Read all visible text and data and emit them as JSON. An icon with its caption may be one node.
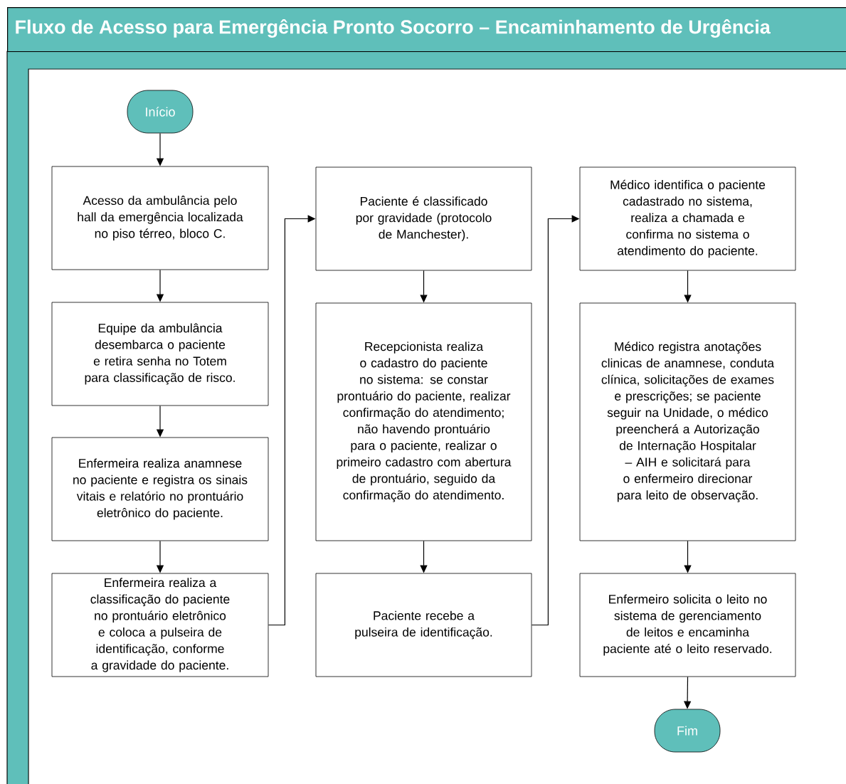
{
  "diagram": {
    "title": "Fluxo de Acesso para Emergência Pronto Socorro – Encaminhamento de Urgência",
    "nodes": [
      {
        "text": [
          "Início"
        ]
      },
      {
        "text": [
          "Acesso da ambulância pelo hall da emergência localizada no piso térreo, bloco C."
        ]
      },
      {
        "text": [
          "Equipe da ambulância desembarca o paciente e retira senha no Totem para classificação de risco."
        ]
      },
      {
        "text": [
          "Enfermeira realiza anamnese no paciente e registra os sinais vitais e relatório no prontuário eletrônico do paciente."
        ]
      },
      {
        "text": [
          "Enfermeira realiza a classificação do paciente no prontuário eletrônico e coloca a pulseira de identificação, conforme a gravidade do paciente."
        ]
      },
      {
        "text": [
          "Paciente é classificado por gravidade (protocolo de Manchester)."
        ]
      },
      {
        "text": [
          "Recepcionista realiza o cadastro do paciente no sistema: se constar prontuário do paciente, realizar confirmação do atendimento; não havendo prontuário para o paciente, realizar o primeiro cadastro com abertura de prontuário, seguido da confirmação do atendimento."
        ]
      },
      {
        "text": [
          "Paciente recebe a pulseira de identificação."
        ]
      },
      {
        "text": [
          "Médico identifica o paciente cadastrado no sistema, realiza a chamada e confirma no sistema o atendimento do paciente."
        ]
      },
      {
        "text": [
          "Médico registra anotações clinicas de anamnese, conduta clínica, solicitações de exames e prescrições; se paciente seguir na Unidade, o médico preencherá a Autorização de Internação Hospitalar – AIH e solicitará para o enfermeiro direcionar para leito de observação."
        ]
      },
      {
        "text": [
          "Enfermeiro solicita o leito no sistema de gerenciamento de leitos e encaminha paciente até o leito reservado."
        ]
      },
      {
        "text": [
          "Fim"
        ]
      }
    ],
    "edges": [
      {
        "from": 0,
        "to": 1,
        "arrow": "to"
      },
      {
        "from": 1,
        "to": 2,
        "arrow": "to"
      },
      {
        "from": 2,
        "to": 3,
        "arrow": "to"
      },
      {
        "from": 3,
        "to": 4,
        "arrow": "to"
      },
      {
        "from": 4,
        "to": 5,
        "arrow": "to"
      },
      {
        "from": 5,
        "to": 6,
        "arrow": "to"
      },
      {
        "from": 6,
        "to": 7,
        "arrow": "to"
      },
      {
        "from": 7,
        "to": 8,
        "arrow": "to"
      },
      {
        "from": 8,
        "to": 9,
        "arrow": "to"
      },
      {
        "from": 9,
        "to": 10,
        "arrow": "to"
      },
      {
        "from": 10,
        "to": 11,
        "arrow": "to"
      }
    ]
  }
}
